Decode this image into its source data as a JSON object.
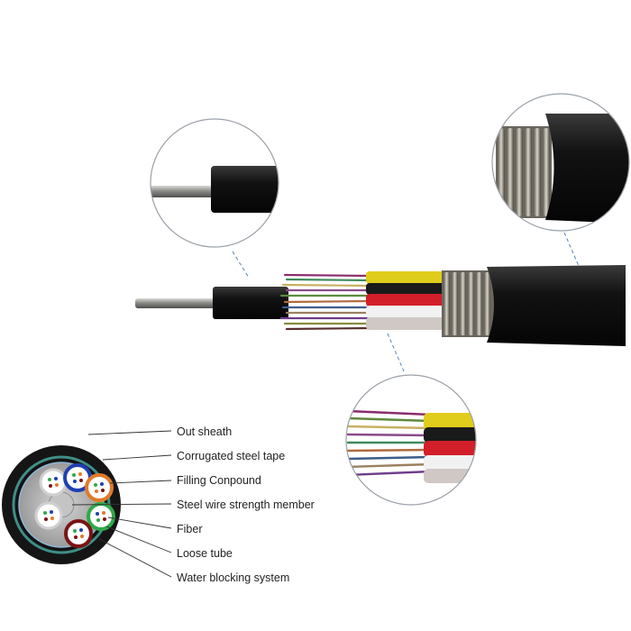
{
  "legend": {
    "labels": [
      "Out sheath",
      "Corrugated steel tape",
      "Filling Conpound",
      "Steel wire strength member",
      "Fiber",
      "Loose tube",
      "Water blocking system"
    ]
  },
  "colors": {
    "sheath": "#151515",
    "steel": "#8e8f8a",
    "armor_band": "#3f8f86",
    "callout_line": "#5b86b3",
    "tube_blue": "#1f3fb3",
    "tube_orange": "#e07a2a",
    "tube_green": "#2fa84a",
    "tube_brown": "#7a1414",
    "tube_white": "#e6e6e6"
  }
}
